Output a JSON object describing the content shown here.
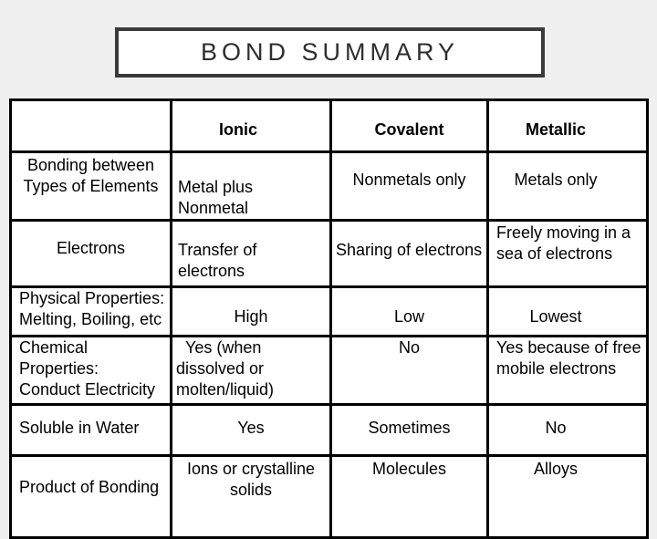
{
  "title": "BOND SUMMARY",
  "colors": {
    "background": "#f0f0f0",
    "cell_background": "#ffffff",
    "table_line": "#000000",
    "title_border": "#3a3a3a",
    "title_text": "#2e2e2e",
    "body_text": "#000000"
  },
  "table": {
    "grid": [
      [
        "",
        "Ionic",
        "Covalent",
        "Metallic"
      ],
      [
        "Bonding between\nTypes of Elements",
        "Metal plus\nNonmetal",
        "Nonmetals only",
        "Metals only"
      ],
      [
        "Electrons",
        "Transfer of\nelectrons",
        "Sharing of electrons",
        "Freely moving in a\nsea of electrons"
      ],
      [
        "Physical Properties:\nMelting, Boiling, etc",
        "High",
        "Low",
        "Lowest"
      ],
      [
        "Chemical\nProperties:\nConduct Electricity",
        "  Yes (when\ndissolved or\nmolten/liquid)",
        "No",
        "Yes because of free\nmobile electrons"
      ],
      [
        "Soluble in Water",
        "Yes",
        "Sometimes",
        "No"
      ],
      [
        "Product of Bonding",
        "Ions or crystalline\nsolids",
        "Molecules",
        "Alloys"
      ]
    ]
  }
}
